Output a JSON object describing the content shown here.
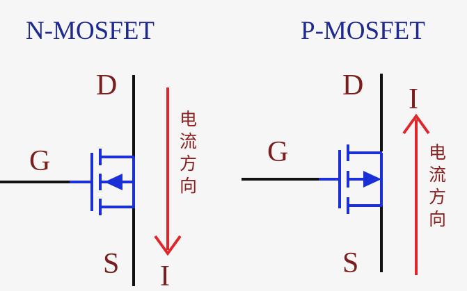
{
  "nmos": {
    "title": "N-MOSFET",
    "gate": "G",
    "drain": "D",
    "source": "S",
    "current": "I",
    "direction_chars": [
      "电",
      "流",
      "方",
      "向"
    ]
  },
  "pmos": {
    "title": "P-MOSFET",
    "gate": "G",
    "drain": "D",
    "source": "S",
    "current": "I",
    "direction_chars": [
      "电",
      "流",
      "方",
      "向"
    ]
  },
  "colors": {
    "title": "#1f2a8f",
    "pin_label": "#7a1d1d",
    "channel": "#1a2fd6",
    "current_arrow": "#e0262b",
    "wire": "#111111"
  }
}
